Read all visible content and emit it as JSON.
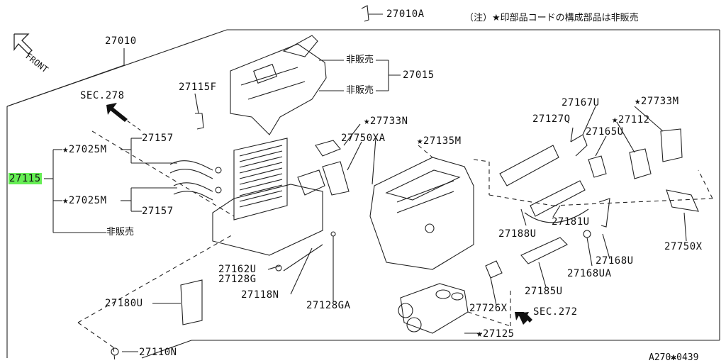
{
  "note": "（注）★印部品コードの構成部品は非販売",
  "front_label": "FRONT",
  "diagram_code": "A270✱0439",
  "highlight_color": "#66ee55",
  "labels": {
    "p27010A": "27010A",
    "p27010": "27010",
    "p27015": "27015",
    "not_for_sale_1": "非販売",
    "not_for_sale_2": "非販売",
    "not_for_sale_3": "非販売",
    "sec278": "SEC.278",
    "p27115F": "27115F",
    "p27157_top": "27157",
    "p27025M_top": "★27025M",
    "p27115": "27115",
    "p27025M_bot": "★27025M",
    "p27157_bot": "27157",
    "p27733N": "★27733N",
    "p27750XA": "27750XA",
    "p27135M": "★27135M",
    "p27167U": "27167U",
    "p27733M": "★27733M",
    "p27127Q": "27127Q",
    "p27112": "★27112",
    "p27165U": "27165U",
    "p27181U": "27181U",
    "p27188U": "27188U",
    "p27750X": "27750X",
    "p27168U": "27168U",
    "p27168UA": "27168UA",
    "p27162U": "27162U",
    "p27128G": "27128G",
    "p27118N": "27118N",
    "p27128GA": "27128GA",
    "p27180U": "27180U",
    "p27185U": "27185U",
    "p27726X": "27726X",
    "sec272": "SEC.272",
    "p27125": "★27125",
    "p27110N": "27110N"
  }
}
